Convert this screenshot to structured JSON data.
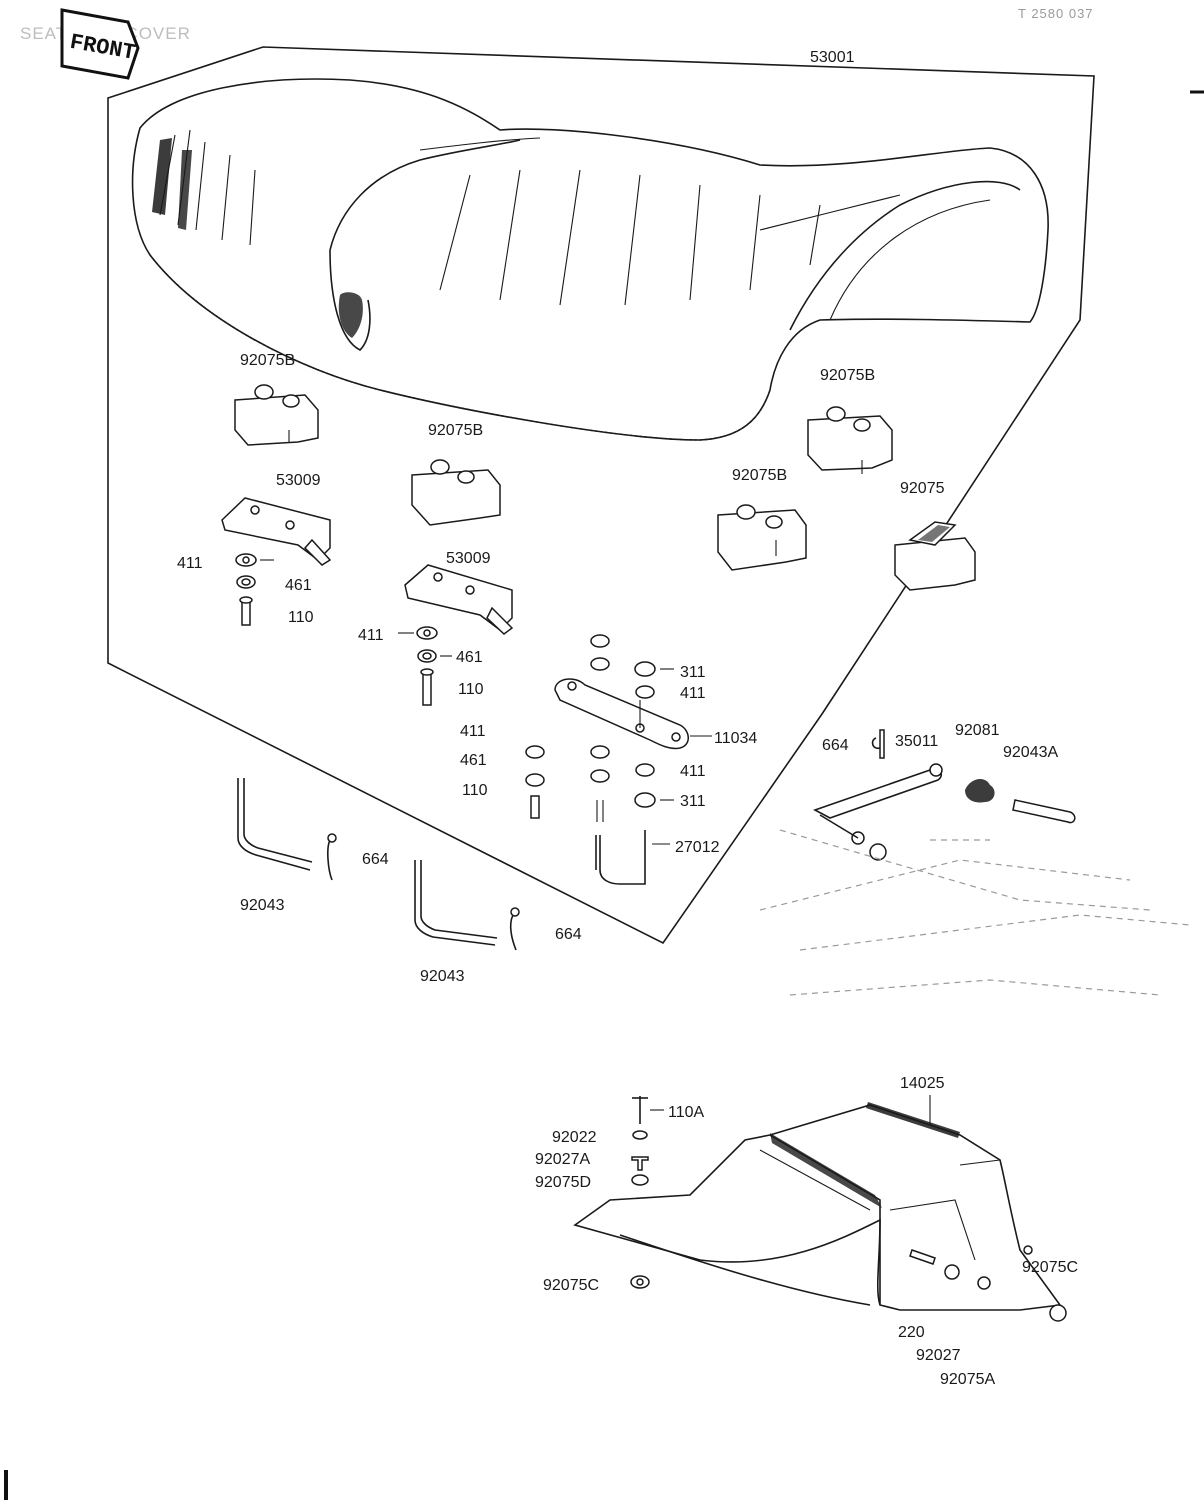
{
  "header": {
    "title": "SEAT/SEAT COVER",
    "code": "T 2580 037",
    "front_tag": "FRONT"
  },
  "callouts": {
    "c53001": "53001",
    "c92075B_1": "92075B",
    "c92075B_2": "92075B",
    "c92075B_3": "92075B",
    "c92075B_4": "92075B",
    "c92075": "92075",
    "c53009_1": "53009",
    "c53009_2": "53009",
    "c411_1": "411",
    "c461_1": "461",
    "c110_1": "110",
    "c411_2": "411",
    "c461_2": "461",
    "c110_2": "110",
    "c311_1": "311",
    "c411_3": "411",
    "c11034": "11034",
    "c411_4": "411",
    "c461_3": "461",
    "c110_3": "110",
    "c411_5": "411",
    "c311_2": "311",
    "c27012": "27012",
    "c664_1": "664",
    "c35011": "35011",
    "c92081": "92081",
    "c92043A": "92043A",
    "c92043_1": "92043",
    "c664_2": "664",
    "c664_3": "664",
    "c92043_2": "92043",
    "c14025": "14025",
    "c110A": "110A",
    "c92022": "92022",
    "c92027A": "92027A",
    "c92075D": "92075D",
    "c92075C_1": "92075C",
    "c92075C_2": "92075C",
    "c220": "220",
    "c92027": "92027",
    "c92075A": "92075A"
  }
}
